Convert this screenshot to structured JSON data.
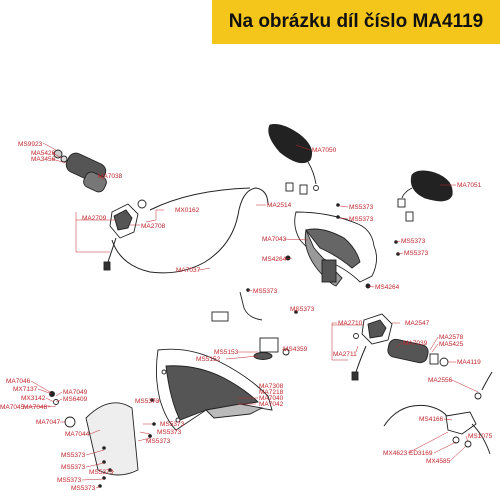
{
  "title": "Na obrázku díl číslo MA4119",
  "colors": {
    "banner": "#f4c51a",
    "label": "#c0262d",
    "line": "#222222"
  },
  "labels": [
    {
      "id": "MS9923",
      "text": "MS9923"
    },
    {
      "id": "MA5426",
      "text": "MA5426"
    },
    {
      "id": "MA3456",
      "text": "MA3456"
    },
    {
      "id": "MA7038",
      "text": "MA7038"
    },
    {
      "id": "MA7050",
      "text": "MA7050"
    },
    {
      "id": "MA7051",
      "text": "MA7051"
    },
    {
      "id": "MA2709",
      "text": "MA2709"
    },
    {
      "id": "MA2708",
      "text": "MA2708"
    },
    {
      "id": "MX0162",
      "text": "MX0162"
    },
    {
      "id": "MA2514",
      "text": "MA2514"
    },
    {
      "id": "MS5373a",
      "text": "MS5373"
    },
    {
      "id": "MS5373b",
      "text": "MS5373"
    },
    {
      "id": "MA7043",
      "text": "MA7043"
    },
    {
      "id": "MS5373c",
      "text": "MS5373"
    },
    {
      "id": "MS5373d",
      "text": "MS5373"
    },
    {
      "id": "MS4264a",
      "text": "MS4264"
    },
    {
      "id": "MS4264b",
      "text": "MS4264"
    },
    {
      "id": "MA7037",
      "text": "MA7037"
    },
    {
      "id": "MS5373e",
      "text": "MS5373"
    },
    {
      "id": "MS5373f",
      "text": "MS5373"
    },
    {
      "id": "MA2710",
      "text": "MA2710"
    },
    {
      "id": "MA2547",
      "text": "MA2547"
    },
    {
      "id": "MA2711",
      "text": "MA2711"
    },
    {
      "id": "MA7039",
      "text": "MA7039"
    },
    {
      "id": "MA2578",
      "text": "MA2578"
    },
    {
      "id": "MA5425",
      "text": "MA5425"
    },
    {
      "id": "MA4119",
      "text": "MA4119"
    },
    {
      "id": "MS5153",
      "text": "MS5153"
    },
    {
      "id": "MS4359",
      "text": "MS4359"
    },
    {
      "id": "MS5152",
      "text": "MS5152"
    },
    {
      "id": "MA2556",
      "text": "MA2556"
    },
    {
      "id": "MA7046",
      "text": "MA7046"
    },
    {
      "id": "MX7137",
      "text": "MX7137"
    },
    {
      "id": "MA7049",
      "text": "MA7049"
    },
    {
      "id": "MS6409",
      "text": "MS6409"
    },
    {
      "id": "MX3142",
      "text": "MX3142"
    },
    {
      "id": "MA7048",
      "text": "MA7048"
    },
    {
      "id": "MA7045",
      "text": "MA7045"
    },
    {
      "id": "MA7308",
      "text": "MA7308"
    },
    {
      "id": "MA7218",
      "text": "MA7218"
    },
    {
      "id": "MA7040",
      "text": "MA7040"
    },
    {
      "id": "MA7042",
      "text": "MA7042"
    },
    {
      "id": "MS5373g",
      "text": "MS5373"
    },
    {
      "id": "MA7047",
      "text": "MA7047"
    },
    {
      "id": "MA7044",
      "text": "MA7044"
    },
    {
      "id": "MS5373h",
      "text": "MS5373"
    },
    {
      "id": "MS5373i",
      "text": "MS5373"
    },
    {
      "id": "MS5373j",
      "text": "MS5373"
    },
    {
      "id": "MS5373k",
      "text": "MS5373"
    },
    {
      "id": "MS5373l",
      "text": "MS5373"
    },
    {
      "id": "MS5373m",
      "text": "MS5373"
    },
    {
      "id": "MS5373n",
      "text": "MS5373"
    },
    {
      "id": "MS5373o",
      "text": "MS5373"
    },
    {
      "id": "MS4166",
      "text": "MS4166"
    },
    {
      "id": "MS1075",
      "text": "MS1075"
    },
    {
      "id": "MX4623",
      "text": "MX4623"
    },
    {
      "id": "ED3169",
      "text": "ED3169"
    },
    {
      "id": "MX4585",
      "text": "MX4585"
    }
  ]
}
